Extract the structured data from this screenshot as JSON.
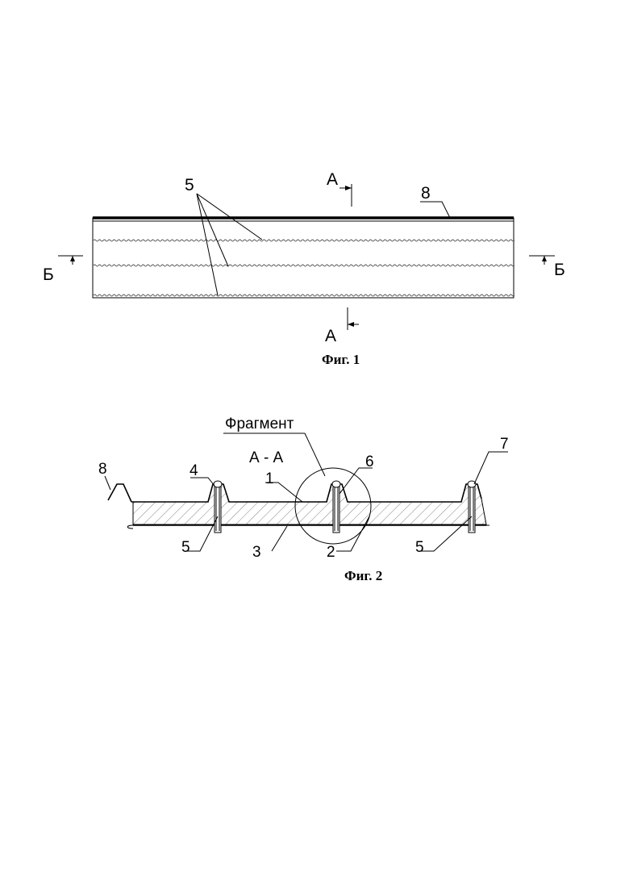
{
  "figure1": {
    "caption": "Фиг. 1",
    "section_a_top": "А",
    "section_a_bottom": "А",
    "section_b_left": "Б",
    "section_b_right": "Б",
    "callout_5": "5",
    "callout_8": "8"
  },
  "figure2": {
    "caption": "Фиг. 2",
    "fragment_label": "Фрагмент",
    "section_label": "А - А",
    "callouts": {
      "c1": "1",
      "c2": "2",
      "c3": "3",
      "c4": "4",
      "c5_left": "5",
      "c5_right": "5",
      "c6": "6",
      "c7": "7",
      "c8": "8"
    }
  }
}
